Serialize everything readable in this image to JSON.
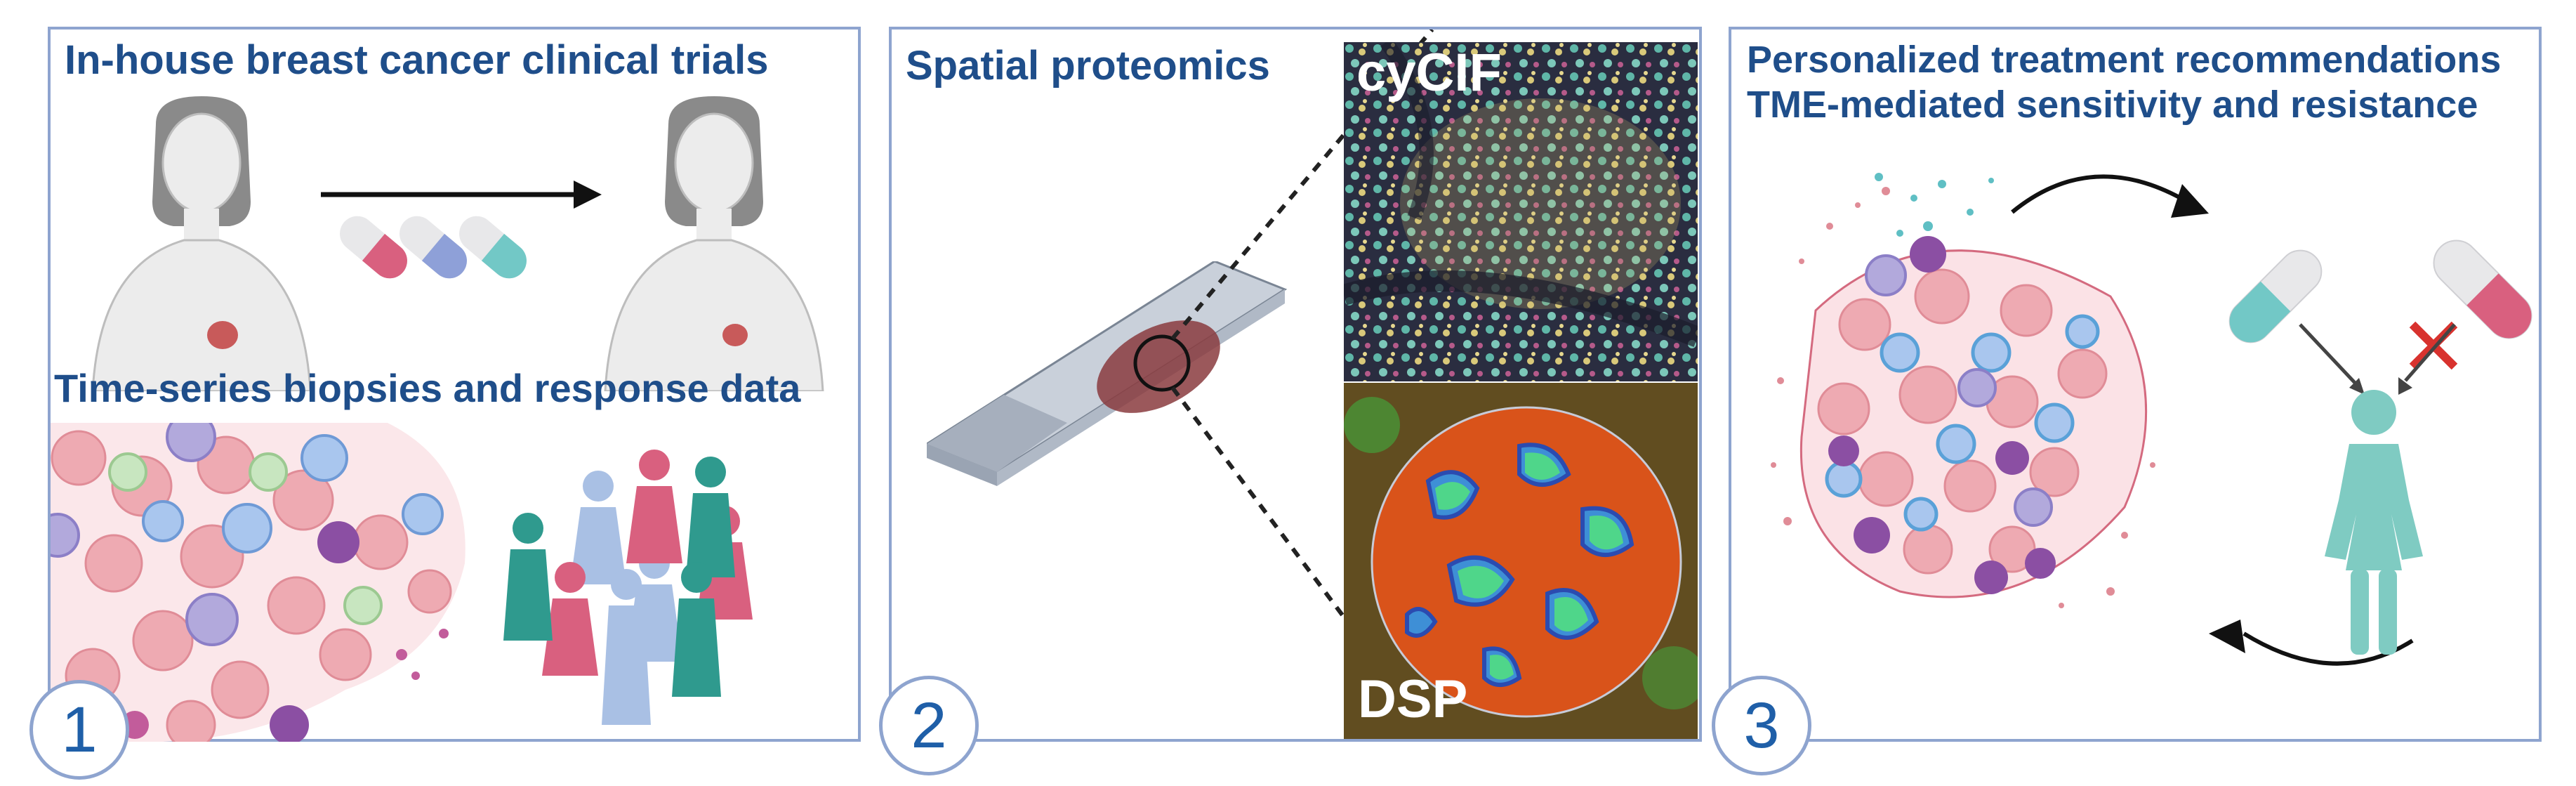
{
  "panel1": {
    "title": "In-house breast cancer clinical trials",
    "subtitle": "Time-series biopsies and response data",
    "number": "1"
  },
  "panel2": {
    "title": "Spatial proteomics",
    "label_top": "cyCIF",
    "label_bottom": "DSP",
    "number": "2"
  },
  "panel3": {
    "title_line1": "Personalized treatment recommendations",
    "title_line2": "TME-mediated sensitivity and resistance",
    "number": "3"
  },
  "colors": {
    "frame": "#8ea4cf",
    "title": "#1f4e8a",
    "tumor": "#e8a0a8",
    "teal": "#6fc7bd",
    "patient": "#7fcbc2"
  },
  "icons": [
    "patient-figure-icon",
    "arrow-icon",
    "pill-icon",
    "tumor-cell-icon",
    "people-group-icon",
    "slide-icon",
    "cross-mark-icon"
  ]
}
